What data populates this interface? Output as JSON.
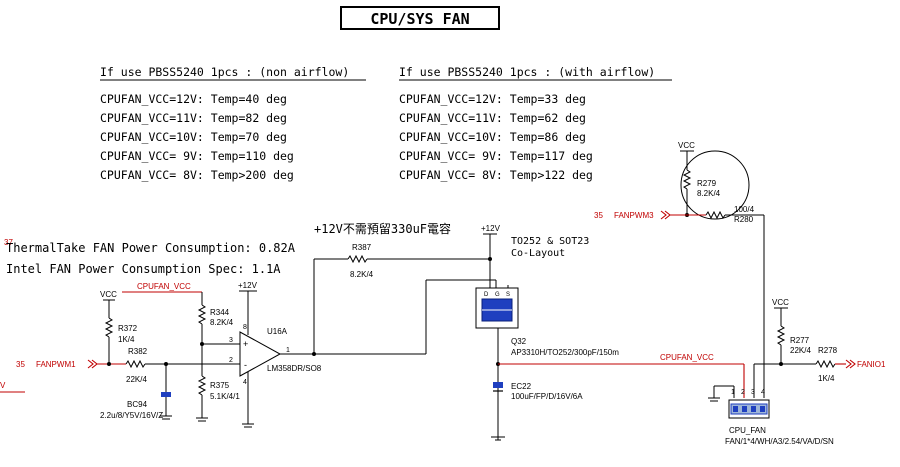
{
  "title": "CPU/SYS FAN",
  "tables": [
    {
      "heading": "If use PBSS5240 1pcs : (non airflow)",
      "rows": [
        "CPUFAN_VCC=12V: Temp=40 deg",
        "CPUFAN_VCC=11V: Temp=82 deg",
        "CPUFAN_VCC=10V: Temp=70 deg",
        "CPUFAN_VCC= 9V: Temp=110 deg",
        "CPUFAN_VCC= 8V: Temp>200 deg"
      ]
    },
    {
      "heading": "If use PBSS5240 1pcs : (with airflow)",
      "rows": [
        "CPUFAN_VCC=12V: Temp=33 deg",
        "CPUFAN_VCC=11V: Temp=62 deg",
        "CPUFAN_VCC=10V: Temp=86 deg",
        "CPUFAN_VCC= 9V: Temp=117 deg",
        "CPUFAN_VCC= 8V: Temp>122 deg"
      ]
    }
  ],
  "notes": {
    "thermaltake": "ThermalTake FAN Power Consumption: 0.82A",
    "intel": "Intel FAN Power Consumption Spec: 1.1A",
    "capacitor_note": "+12V不需預留330uF電容",
    "to252_line1": "TO252 & SOT23",
    "to252_line2": "Co-Layout"
  },
  "page_refs": {
    "left_37": "37",
    "fanpwm1_35": "35",
    "fanpwm3_35": "35",
    "left_v": "V"
  },
  "nets": {
    "fanpwm1": "FANPWM1",
    "fanpwm3": "FANPWM3",
    "cpufan_vcc_left": "CPUFAN_VCC",
    "cpufan_vcc_right": "CPUFAN_VCC",
    "fanio1": "FANIO1",
    "vcc_r372": "VCC",
    "vcc_r279": "VCC",
    "vcc_r277": "VCC",
    "p12v_u16a": "+12V",
    "p12v_q32": "+12V"
  },
  "components": {
    "r372": {
      "ref": "R372",
      "value": "1K/4"
    },
    "r382": {
      "ref": "R382",
      "value": "22K/4"
    },
    "r344": {
      "ref": "R344",
      "value": "8.2K/4"
    },
    "r375": {
      "ref": "R375",
      "value": "5.1K/4/1"
    },
    "bc94": {
      "ref": "BC94",
      "value": "2.2u/8/Y5V/16V/Z"
    },
    "u16a": {
      "ref": "U16A",
      "value": "LM358DR/SO8",
      "pin_plus": "3",
      "pin_minus": "2",
      "pin_out": "1",
      "pin_vcc": "8",
      "pin_gnd": "4",
      "sign_plus": "+",
      "sign_minus": "-"
    },
    "r387": {
      "ref": "R387",
      "value": "8.2K/4"
    },
    "q32": {
      "ref": "Q32",
      "value": "AP3310H/TO252/300pF/150m",
      "pin_d": "D",
      "pin_g": "G",
      "pin_s": "S"
    },
    "ec22": {
      "ref": "EC22",
      "value": "100uF/FP/D/16V/6A"
    },
    "r279": {
      "ref": "R279",
      "value": "8.2K/4"
    },
    "r280": {
      "ref": "R280",
      "value": "100/4"
    },
    "r277": {
      "ref": "R277",
      "value": "22K/4"
    },
    "r278": {
      "ref": "R278",
      "value": "1K/4"
    },
    "cpu_fan": {
      "ref": "CPU_FAN",
      "value": "FAN/1*4/WH/A3/2.54/VA/D/SN",
      "pins": [
        "1",
        "2",
        "3",
        "4"
      ]
    }
  },
  "colors": {
    "net": "#c00000",
    "line": "#000000",
    "cap_fill": "#1f3fbf"
  }
}
